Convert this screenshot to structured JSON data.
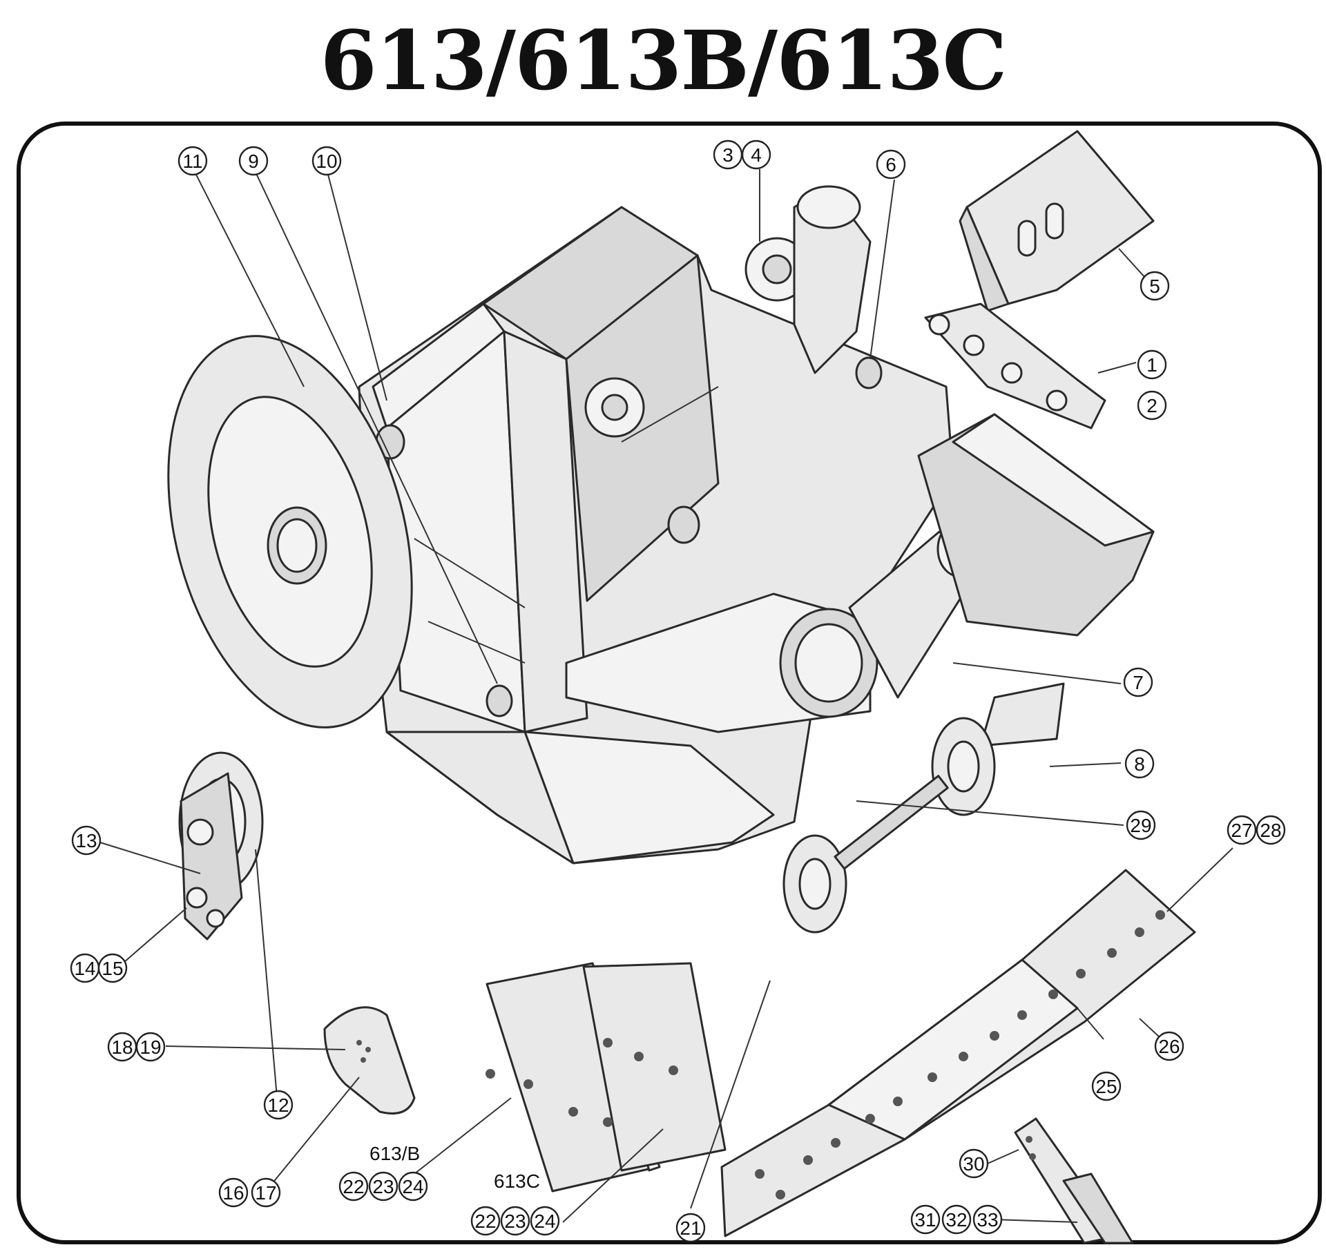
{
  "title": "613/613B/613C",
  "callouts": [
    {
      "id": "c1",
      "label": "1"
    },
    {
      "id": "c2",
      "label": "2"
    },
    {
      "id": "c3",
      "label": "3"
    },
    {
      "id": "c4",
      "label": "4"
    },
    {
      "id": "c5",
      "label": "5"
    },
    {
      "id": "c6",
      "label": "6"
    },
    {
      "id": "c7",
      "label": "7"
    },
    {
      "id": "c8",
      "label": "8"
    },
    {
      "id": "c9",
      "label": "9"
    },
    {
      "id": "c10",
      "label": "10"
    },
    {
      "id": "c11",
      "label": "11"
    },
    {
      "id": "c12",
      "label": "12"
    },
    {
      "id": "c13",
      "label": "13"
    },
    {
      "id": "c14",
      "label": "14"
    },
    {
      "id": "c15",
      "label": "15"
    },
    {
      "id": "c16",
      "label": "16"
    },
    {
      "id": "c17",
      "label": "17"
    },
    {
      "id": "c18",
      "label": "18"
    },
    {
      "id": "c19",
      "label": "19"
    },
    {
      "id": "c21",
      "label": "21"
    },
    {
      "id": "c22a",
      "label": "22"
    },
    {
      "id": "c23a",
      "label": "23"
    },
    {
      "id": "c24a",
      "label": "24"
    },
    {
      "id": "c22b",
      "label": "22"
    },
    {
      "id": "c23b",
      "label": "23"
    },
    {
      "id": "c24b",
      "label": "24"
    },
    {
      "id": "c25",
      "label": "25"
    },
    {
      "id": "c26",
      "label": "26"
    },
    {
      "id": "c27",
      "label": "27"
    },
    {
      "id": "c28",
      "label": "28"
    },
    {
      "id": "c29",
      "label": "29"
    },
    {
      "id": "c30",
      "label": "30"
    },
    {
      "id": "c31",
      "label": "31"
    },
    {
      "id": "c32",
      "label": "32"
    },
    {
      "id": "c33",
      "label": "33"
    }
  ],
  "variant_labels": {
    "v613b": "613/B",
    "v613c": "613C"
  }
}
